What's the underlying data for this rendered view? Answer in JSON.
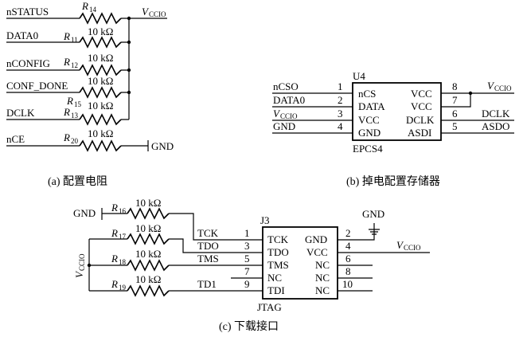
{
  "panel_a": {
    "signals": [
      "nSTATUS",
      "DATA0",
      "nCONFIG",
      "CONF_DONE",
      "DCLK",
      "nCE"
    ],
    "resistors": [
      {
        "ref": "R",
        "sub": "14",
        "value": ""
      },
      {
        "ref": "R",
        "sub": "11",
        "value": "10 kΩ"
      },
      {
        "ref": "R",
        "sub": "12",
        "value": "10 kΩ"
      },
      {
        "ref": "R",
        "sub": "15",
        "value": "10 kΩ"
      },
      {
        "ref": "R",
        "sub": "13",
        "value": "10 kΩ"
      },
      {
        "ref": "R",
        "sub": "20",
        "value": "10 kΩ"
      }
    ],
    "vcc_label": "V",
    "vcc_sub": "CCIO",
    "gnd_label": "GND",
    "caption": "(a) 配置电阻"
  },
  "panel_b": {
    "chip_ref": "U4",
    "chip_name": "EPCS4",
    "left_pins": [
      {
        "net": "nCSO",
        "num": "1",
        "name": "nCS"
      },
      {
        "net": "DATA0",
        "num": "2",
        "name": "DATA"
      },
      {
        "net": "V",
        "net_sub": "CCIO",
        "num": "3",
        "name": "VCC"
      },
      {
        "net": "GND",
        "num": "4",
        "name": "GND"
      }
    ],
    "right_pins": [
      {
        "net": "",
        "num": "8",
        "name": "VCC"
      },
      {
        "net": "",
        "num": "7",
        "name": "VCC"
      },
      {
        "net": "DCLK",
        "num": "6",
        "name": "DCLK"
      },
      {
        "net": "ASDO",
        "num": "5",
        "name": "ASDI"
      }
    ],
    "vcc_label": "V",
    "vcc_sub": "CCIO",
    "caption": "(b) 掉电配置存储器"
  },
  "panel_c": {
    "connector_ref": "J3",
    "connector_name": "JTAG",
    "resistors": [
      {
        "ref": "R",
        "sub": "16",
        "value": "10 kΩ"
      },
      {
        "ref": "R",
        "sub": "17",
        "value": "10 kΩ"
      },
      {
        "ref": "R",
        "sub": "18",
        "value": "10 kΩ"
      },
      {
        "ref": "R",
        "sub": "19",
        "value": "10 kΩ"
      }
    ],
    "left_pins": [
      {
        "net": "TCK",
        "num": "1",
        "name": "TCK"
      },
      {
        "net": "TDO",
        "num": "3",
        "name": "TDO"
      },
      {
        "net": "TMS",
        "num": "5",
        "name": "TMS"
      },
      {
        "net": "",
        "num": "7",
        "name": "NC"
      },
      {
        "net": "TD1",
        "num": "9",
        "name": "TDI"
      }
    ],
    "right_pins": [
      {
        "num": "2",
        "name": "GND"
      },
      {
        "num": "4",
        "name": "VCC"
      },
      {
        "num": "6",
        "name": "NC"
      },
      {
        "num": "8",
        "name": "NC"
      },
      {
        "num": "10",
        "name": "NC"
      }
    ],
    "gnd_left": "GND",
    "gnd_top": "GND",
    "vcc_label": "V",
    "vcc_sub": "CCIO",
    "caption": "(c) 下载接口"
  }
}
